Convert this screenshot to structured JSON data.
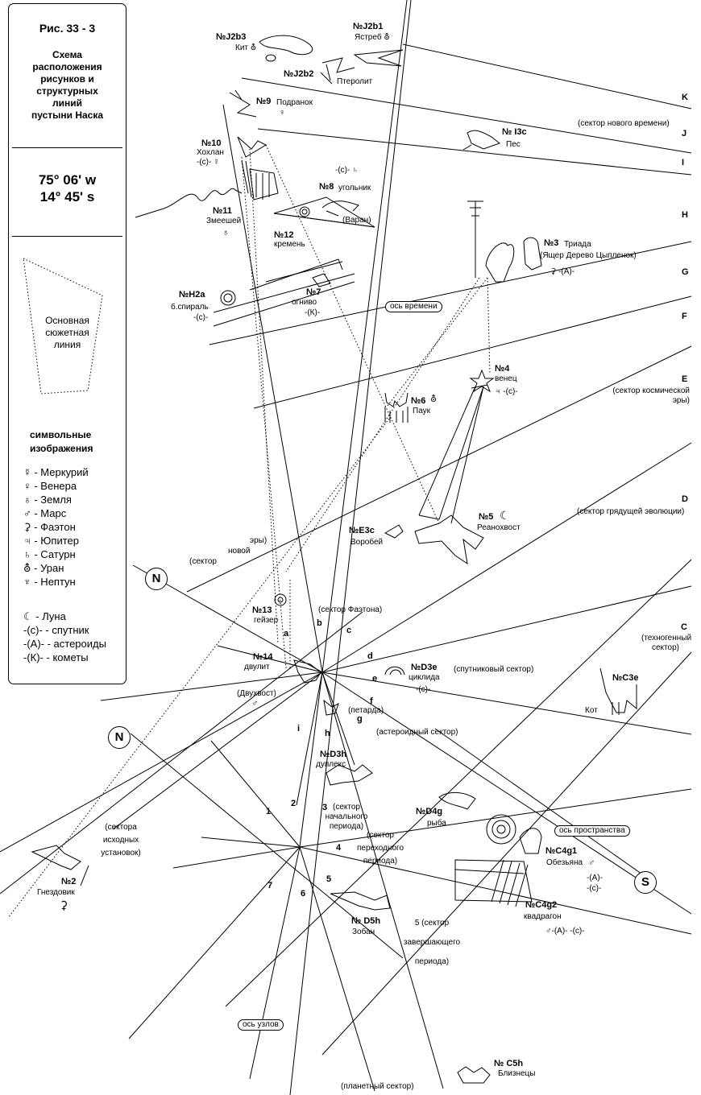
{
  "legend": {
    "fig": "Рис. 33 - 3",
    "title": [
      "Схема",
      "расположения",
      "рисунков и",
      "структурных",
      "линий",
      "пустыни Наска"
    ],
    "coord_w": "75° 06' w",
    "coord_s": "14° 45' s",
    "main_line": [
      "Основная",
      "сюжетная",
      "линия"
    ],
    "symbols_title": [
      "символьные",
      "изображения"
    ],
    "symbols": [
      "☿ - Меркурий",
      "♀ - Венера",
      "♁ - Земля",
      "♂ - Марс",
      "⚳ - Фаэтон",
      "♃ - Юпитер",
      "♄ - Сатурн",
      "⛢ - Уран",
      "♆ - Нептун"
    ],
    "moons": [
      "☾ - Луна",
      "-(с)- - спутник",
      "-(А)- - астероиды",
      "-(К)- - кометы"
    ]
  },
  "figures": {
    "j2b3": "№J2b3",
    "kit": "Кит ⛢",
    "j2b1": "№J2b1",
    "yastreb": "Ястреб ⛢",
    "j2b2": "№J2b2",
    "pterolit": "Птеролит",
    "n9": "№9",
    "podranok": "Подранок",
    "n9s": "♀",
    "i3c": "№ I3c",
    "pes": "Пес",
    "n10": "№10",
    "hohlan": "Хохлан",
    "n10s": "-(с)- ☿",
    "c_sat": "-(с)- ♄",
    "n8": "№8",
    "ugolnik": "угольник",
    "varan": "(Варан)",
    "n11": "№11",
    "zmeeshey": "Змеешей",
    "n11s": "♁",
    "n12": "№12",
    "kremen": "кремень",
    "n3": "№3",
    "triada": "Триада",
    "triada2": "(Ящер Дерево Цыпленок)",
    "triada_s": "⚳ -(А)-",
    "h2a": "№H2a",
    "spiral": "б.спираль",
    "h2as": "-(с)-",
    "n7": "№7",
    "ognivo": "огниво",
    "n7s": "-(К)-",
    "axis_time": "ось времени",
    "n4": "№4",
    "venets": "венец",
    "n4s": "♃ -(с)-",
    "n6": "№6",
    "pauk": "Паук",
    "n6s": "⛢",
    "n5": "№5",
    "reanohvost": "Реанохвост",
    "n5s": "☾",
    "e3c": "№E3c",
    "vorobey": "Воробей",
    "n13": "№13",
    "geyzer": "гейзер",
    "n14": "№14",
    "dvulit": "двулит",
    "dvuhvost": "(Двухвост)",
    "mars": "♂",
    "d3e": "№D3e",
    "tsiklida": "циклида",
    "d3es": "-(с)-",
    "c3e": "№C3e",
    "kot": "Кот",
    "petarda": "(петарда)",
    "d3h": "№D3h",
    "dupleks": "дуплекс",
    "d4g": "№D4g",
    "ryba": "рыба",
    "axis_space": "ось пространства",
    "c4g1": "№C4g1",
    "obezyana": "Обезьяна",
    "c4g1s": "♂",
    "c4g1a": "-(А)-",
    "c4g1c": "-(с)-",
    "c4g2": "№C4g2",
    "kvadragon": "квадрагон",
    "c4g2s": "♂-(А)- -(с)-",
    "n2": "№2",
    "gnezdovik": "Гнездовик",
    "n2s": "⚳",
    "d5h": "№ D5h",
    "zoban": "Зобан",
    "axis_nodes": "ось узлов",
    "c5h": "№ C5h",
    "bliznetsy": "Близнецы"
  },
  "sectors": {
    "K": "K",
    "J": "J",
    "I": "I",
    "H": "H",
    "G": "G",
    "F": "F",
    "E": "E",
    "D": "D",
    "C": "C",
    "new_time": "(сектор нового времени)",
    "cosmic": [
      "(сектор космической",
      "эры)"
    ],
    "evolution": "(сектор грядущей эволюции)",
    "techno": [
      "(техногенный",
      "сектор)"
    ],
    "new_era": [
      "эры)",
      "новой",
      "(сектор"
    ],
    "phaeton": "(сектор Фаэтона)",
    "sputnik": "(спутниковый сектор)",
    "asteroid": "(астероидный сектор)",
    "initial": [
      "(сектора",
      "исходных",
      "установок)"
    ],
    "start": [
      "(сектор",
      "начального",
      "периода)"
    ],
    "transition": [
      "(сектор",
      "переходного",
      "периода)"
    ],
    "final": [
      "5 (сектор",
      "завершающего",
      "периода)"
    ],
    "planet": "(планетный сектор)",
    "letters": {
      "a": "a",
      "b": "b",
      "c": "c",
      "d": "d",
      "e": "e",
      "f": "f",
      "g": "g",
      "h": "h",
      "i": "i",
      "h2": "h"
    },
    "nums": {
      "n1": "1",
      "n2": "2",
      "n3": "3",
      "n4": "4",
      "n5": "5",
      "n6": "6",
      "n7": "7"
    },
    "compass": {
      "N1": "N",
      "N2": "N",
      "S": "S"
    }
  }
}
